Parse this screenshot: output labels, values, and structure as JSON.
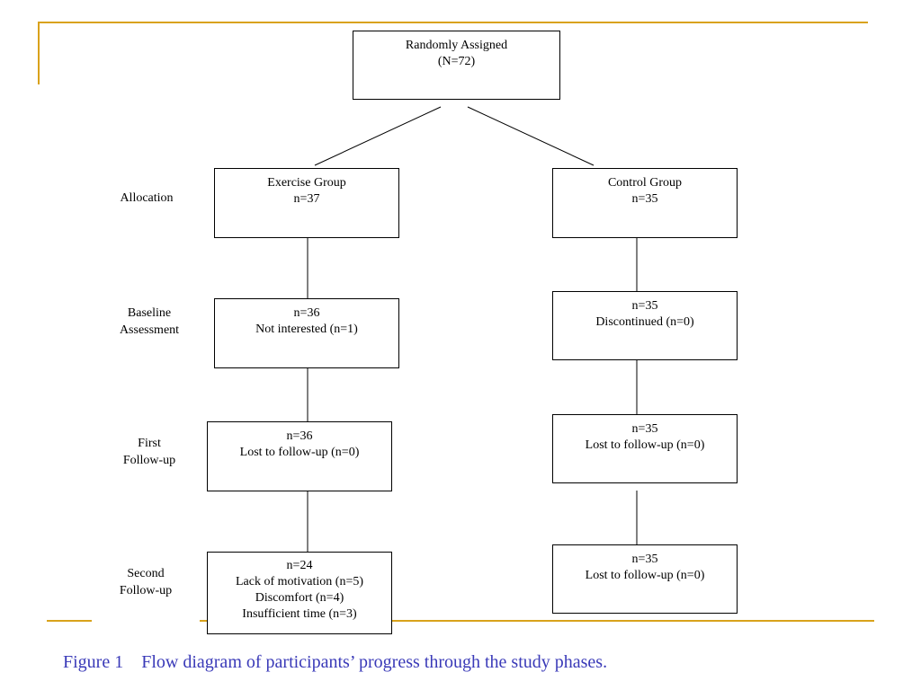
{
  "diagram": {
    "root": {
      "lines": [
        "Randomly Assigned",
        "(N=72)"
      ]
    },
    "exercise": {
      "allocation": {
        "lines": [
          "Exercise Group",
          "n=37"
        ]
      },
      "baseline": {
        "lines": [
          "n=36",
          "Not interested (n=1)"
        ]
      },
      "first_follow": {
        "lines": [
          "n=36",
          "Lost to follow-up (n=0)"
        ]
      },
      "second_follow": {
        "lines": [
          "n=24",
          "Lack of motivation (n=5)",
          "Discomfort (n=4)",
          "Insufficient time (n=3)"
        ]
      }
    },
    "control": {
      "allocation": {
        "lines": [
          "Control Group",
          "n=35"
        ]
      },
      "baseline": {
        "lines": [
          "n=35",
          "Discontinued (n=0)"
        ]
      },
      "first_follow": {
        "lines": [
          "n=35",
          "Lost to follow-up (n=0)"
        ]
      },
      "second_follow": {
        "lines": [
          "n=35",
          "Lost to follow-up (n=0)"
        ]
      }
    },
    "phases": {
      "allocation": {
        "lines": [
          "Allocation"
        ]
      },
      "baseline": {
        "lines": [
          "Baseline",
          "Assessment"
        ]
      },
      "first_follow": {
        "lines": [
          "First",
          "Follow-up"
        ]
      },
      "second_follow": {
        "lines": [
          "Second",
          "Follow-up"
        ]
      }
    }
  },
  "caption": {
    "label": "Figure 1",
    "text": "Flow diagram of participants’ progress through the study phases."
  },
  "colors": {
    "accent": "#d9a21b",
    "caption": "#3a3ab8",
    "stroke": "#000000"
  }
}
